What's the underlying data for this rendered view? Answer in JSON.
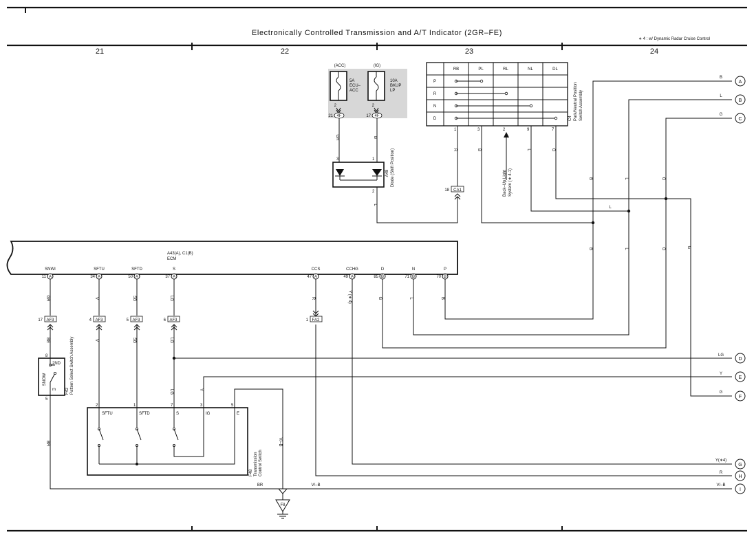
{
  "title": "Electronically Controlled Transmission and A/T Indicator (2GR–FE)",
  "note": "∗ 4 : w/ Dynamic Radar Cruise Control",
  "zones": [
    "21",
    "22",
    "23",
    "24"
  ],
  "fuses": {
    "acc": {
      "tag": "(ACC)",
      "l1": "5A",
      "l2": "ECU–",
      "l3": "ACC",
      "pin": "2",
      "conn_pin": "21",
      "conn": "4F"
    },
    "ig": {
      "tag": "(IG)",
      "l1": "10A",
      "l2": "BKUP",
      "l3": "LP",
      "pin": "2",
      "conn_pin": "17",
      "conn": "4F"
    }
  },
  "wires": {
    "gr": "GR",
    "b": "B",
    "l": "L",
    "g": "G",
    "r": "R",
    "v": "V",
    "sb": "SB",
    "lg": "LG",
    "be": "BE",
    "br": "BR",
    "y": "Y",
    "y4": "Y (∗ 4)",
    "vw_b": "V/–B",
    "yr4": "Y(∗4)"
  },
  "diode": {
    "name": "A48",
    "desc": "Diode (Shift Position)",
    "pin3": "3",
    "pin1": "1",
    "pin2": "2"
  },
  "connector_ca1": {
    "pin": "18",
    "name": "CA1"
  },
  "park_neutral": {
    "name": "C4",
    "desc1": "Park/Neutral Position",
    "desc2": "Switch Assembly",
    "columns": [
      "RB",
      "PL",
      "RL",
      "NL",
      "DL"
    ],
    "rows": [
      "P",
      "R",
      "N",
      "D"
    ],
    "pins": [
      "1",
      "3",
      "2",
      "9",
      "7"
    ]
  },
  "backup": {
    "l1": "Back–Up Light",
    "l2": "System (∗ 4‑1)"
  },
  "ecm": {
    "name": "A43(A), C1(B)",
    "desc": "ECM",
    "terminals": [
      {
        "label": "SNWI",
        "num": "11",
        "conn": "A"
      },
      {
        "label": "SFTU",
        "num": "34",
        "conn": "A"
      },
      {
        "label": "SFTD",
        "num": "50",
        "conn": "A"
      },
      {
        "label": "S",
        "num": "37",
        "conn": "A"
      },
      {
        "label": "CCS",
        "num": "47",
        "conn": "A"
      },
      {
        "label": "CCHG",
        "num": "49",
        "conn": "A"
      },
      {
        "label": "D",
        "num": "85",
        "conn": "B"
      },
      {
        "label": "N",
        "num": "71",
        "conn": "B"
      },
      {
        "label": "P",
        "num": "70",
        "conn": "B"
      }
    ]
  },
  "af3": [
    {
      "num": "17",
      "name": "AF3"
    },
    {
      "num": "4",
      "name": "AF3"
    },
    {
      "num": "5",
      "name": "AF3"
    },
    {
      "num": "6",
      "name": "AF3"
    }
  ],
  "fa2": {
    "num": "1",
    "name": "FA2"
  },
  "pattern_switch": {
    "name": "F42",
    "desc": "Pattern Select Switch Assembly",
    "snow": "SNOW",
    "two_nd": "2ND",
    "m": "m",
    "pin8": "8",
    "pin5": "5"
  },
  "trans_switch": {
    "name": "F48",
    "desc1": "Transmission",
    "desc2": "Control Switch",
    "pins": [
      "2",
      "1",
      "7",
      "3",
      "5"
    ],
    "labels": [
      "SFTU",
      "SFTD",
      "S",
      "IG",
      "E"
    ]
  },
  "ground": {
    "name": "F8"
  },
  "terminals_right": [
    {
      "id": "A",
      "wire": "B"
    },
    {
      "id": "B",
      "wire": "L"
    },
    {
      "id": "C",
      "wire": "G"
    },
    {
      "id": "D",
      "wire": "LG"
    },
    {
      "id": "E",
      "wire": "Y"
    },
    {
      "id": "F",
      "wire": "G"
    },
    {
      "id": "G",
      "wire": "Y(∗4)"
    },
    {
      "id": "H",
      "wire": "R"
    },
    {
      "id": "I",
      "wire": "V/–B"
    }
  ]
}
